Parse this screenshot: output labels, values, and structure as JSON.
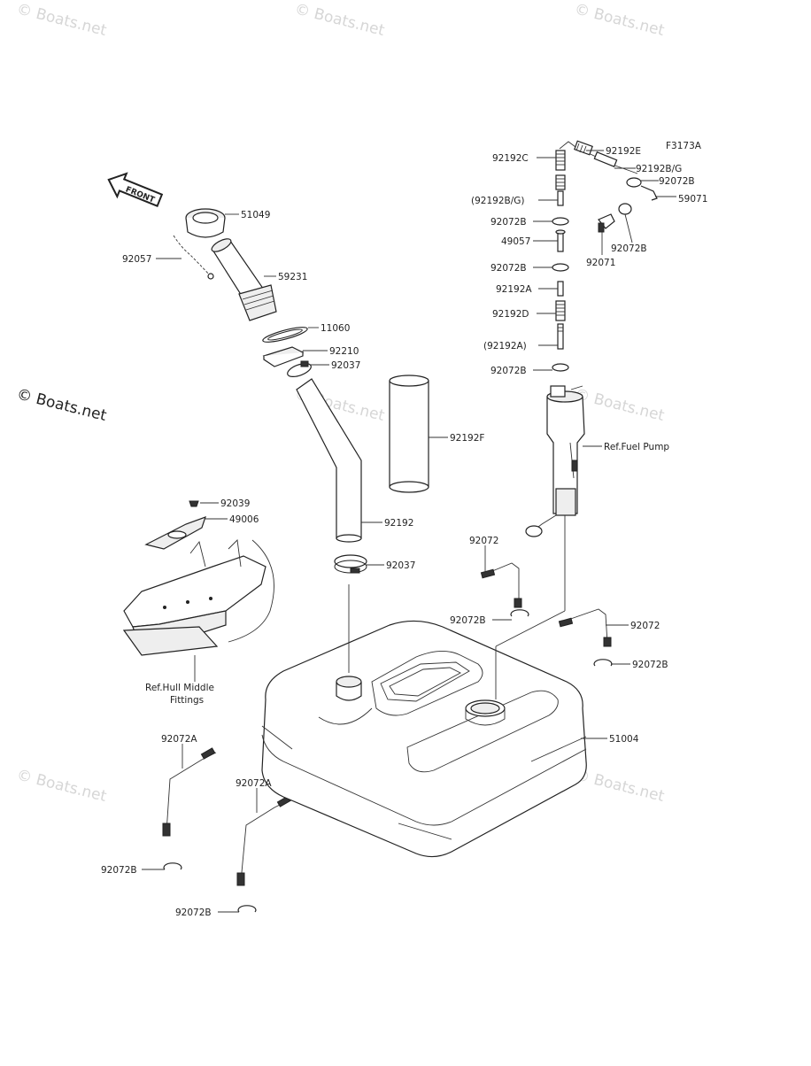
{
  "figure_code": "F3173A",
  "watermarks": {
    "text": "© Boats.net",
    "count": 8
  },
  "front_arrow": "FRONT",
  "part_labels": [
    {
      "id": "92192E",
      "text": "92192E"
    },
    {
      "id": "92192C",
      "text": "92192C"
    },
    {
      "id": "92192BG",
      "text": "92192B/G"
    },
    {
      "id": "92072B_a",
      "text": "92072B"
    },
    {
      "id": "59071",
      "text": "59071"
    },
    {
      "id": "92192BG_paren",
      "text": "(92192B/G)"
    },
    {
      "id": "92072B_b",
      "text": "92072B"
    },
    {
      "id": "92072B_c",
      "text": "92072B"
    },
    {
      "id": "49057",
      "text": "49057"
    },
    {
      "id": "92071",
      "text": "92071"
    },
    {
      "id": "92072B_d",
      "text": "92072B"
    },
    {
      "id": "92192A",
      "text": "92192A"
    },
    {
      "id": "92192D",
      "text": "92192D"
    },
    {
      "id": "92192A_paren",
      "text": "(92192A)"
    },
    {
      "id": "92072B_e",
      "text": "92072B"
    },
    {
      "id": "51049",
      "text": "51049"
    },
    {
      "id": "92057",
      "text": "92057"
    },
    {
      "id": "59231",
      "text": "59231"
    },
    {
      "id": "11060",
      "text": "11060"
    },
    {
      "id": "92210",
      "text": "92210"
    },
    {
      "id": "92037_a",
      "text": "92037"
    },
    {
      "id": "92192F",
      "text": "92192F"
    },
    {
      "id": "ref_fuel_pump",
      "text": "Ref.Fuel Pump"
    },
    {
      "id": "92039",
      "text": "92039"
    },
    {
      "id": "49006",
      "text": "49006"
    },
    {
      "id": "92192",
      "text": "92192"
    },
    {
      "id": "92072_a",
      "text": "92072"
    },
    {
      "id": "92037_b",
      "text": "92037"
    },
    {
      "id": "92072B_f",
      "text": "92072B"
    },
    {
      "id": "92072_b",
      "text": "92072"
    },
    {
      "id": "92072B_g",
      "text": "92072B"
    },
    {
      "id": "ref_hull_1",
      "text": "Ref.Hull Middle"
    },
    {
      "id": "ref_hull_2",
      "text": "Fittings"
    },
    {
      "id": "51004",
      "text": "51004"
    },
    {
      "id": "92072A_a",
      "text": "92072A"
    },
    {
      "id": "92072A_b",
      "text": "92072A"
    },
    {
      "id": "92072B_h",
      "text": "92072B"
    },
    {
      "id": "92072B_i",
      "text": "92072B"
    }
  ]
}
